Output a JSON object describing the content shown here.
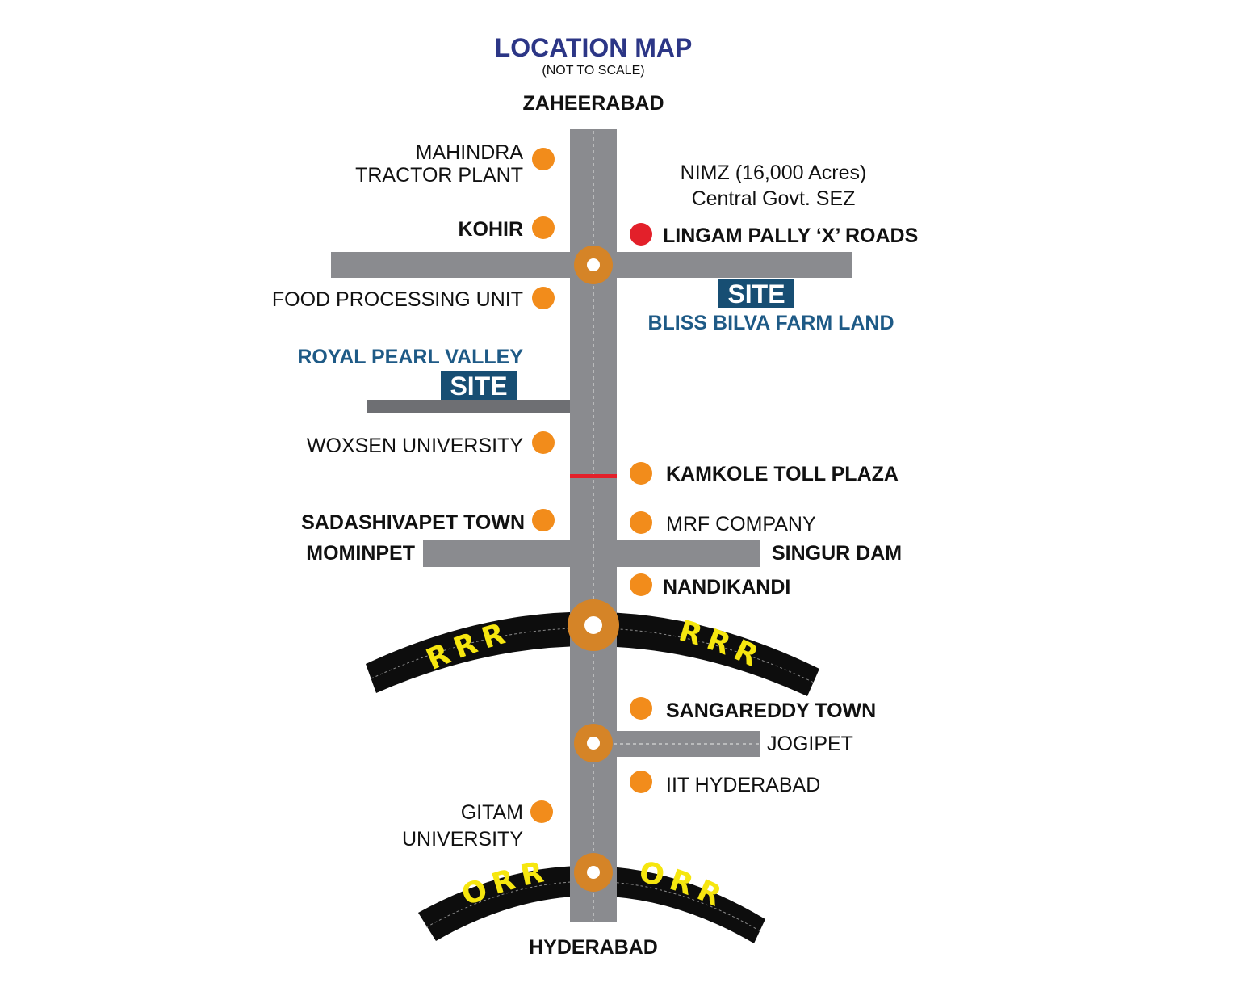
{
  "title": "LOCATION MAP",
  "subtitle": "(NOT TO SCALE)",
  "colors": {
    "road": "#8a8b8f",
    "ring_road": "#0d0d0d",
    "ring_text": "#f6e60f",
    "junction": "#d58427",
    "poi": "#f28c1b",
    "poi_highlight": "#e3202a",
    "toll": "#e3202a",
    "site_box": "#174e73",
    "site_text": "#1e5a86",
    "title": "#2c3686",
    "label": "#111111"
  },
  "endpoints": {
    "north": "ZAHEERABAD",
    "south": "HYDERABAD"
  },
  "ring_roads": {
    "rrr": "RRR",
    "orr": "ORR"
  },
  "labels": {
    "mahindra_line1": "MAHINDRA",
    "mahindra_line2": "TRACTOR PLANT",
    "nimz_line1": "NIMZ (16,000 Acres)",
    "nimz_line2": "Central Govt. SEZ",
    "kohir": "KOHIR",
    "lingampally": "LINGAM PALLY ‘X’ ROADS",
    "food_processing": "FOOD PROCESSING UNIT",
    "site_right_box": "SITE",
    "site_right_name": "BLISS BILVA FARM LAND",
    "site_left_name": "ROYAL PEARL VALLEY",
    "site_left_box": "SITE",
    "woxsen": "WOXSEN UNIVERSITY",
    "kamkole": "KAMKOLE TOLL PLAZA",
    "sadashivapet": "SADASHIVAPET TOWN",
    "mrf": "MRF COMPANY",
    "mominpet": "MOMINPET",
    "singur": "SINGUR DAM",
    "nandikandi": "NANDIKANDI",
    "sangareddy": "SANGAREDDY TOWN",
    "jogipet": "JOGIPET",
    "iit": "IIT HYDERABAD",
    "gitam_line1": "GITAM",
    "gitam_line2": "UNIVERSITY"
  }
}
